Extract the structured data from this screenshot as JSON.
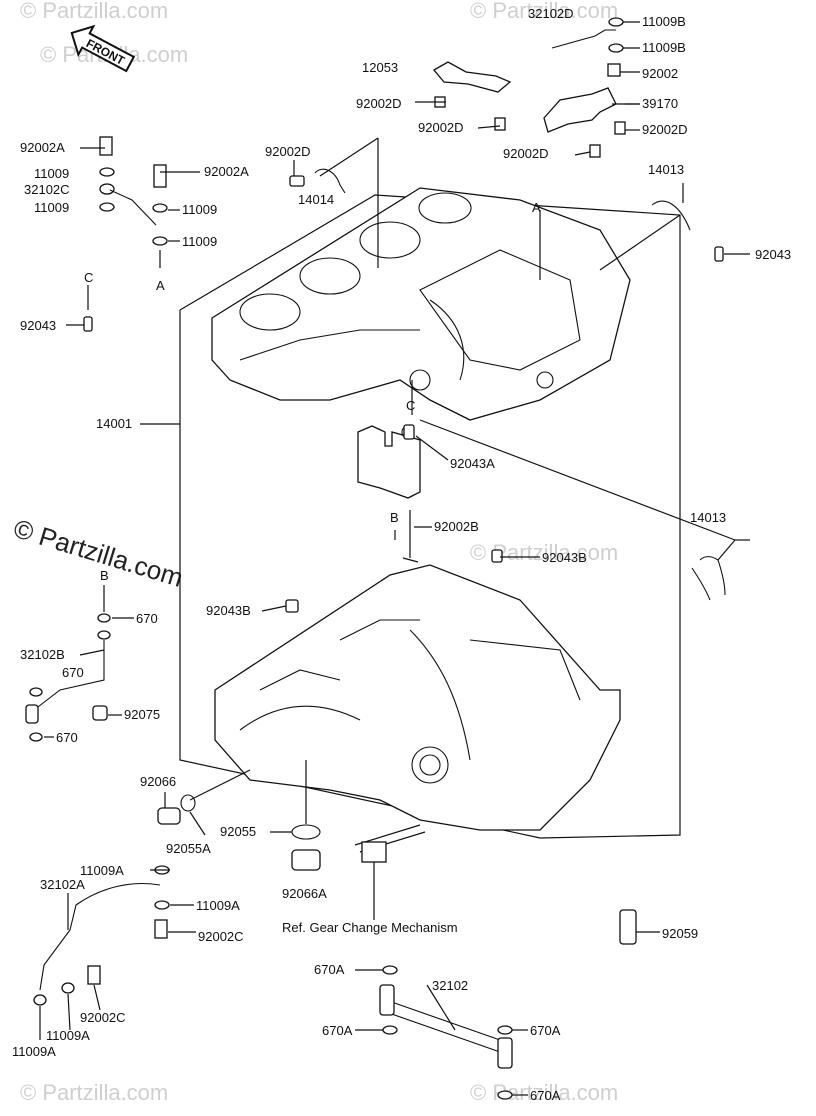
{
  "watermark": {
    "brand": "© Partzilla.com"
  },
  "front_arrow": "FRONT",
  "reference_note": "Ref. Gear Change Mechanism",
  "callouts": {
    "p32102D": "32102D",
    "p11009B_1": "11009B",
    "p11009B_2": "11009B",
    "p12053": "12053",
    "p92002_top": "92002",
    "p92002D_1": "92002D",
    "p92002D_2": "92002D",
    "p39170": "39170",
    "p92002D_3": "92002D",
    "p92002D_4": "92002D",
    "p92002A_1": "92002A",
    "p92002D_5": "92002D",
    "p14013_top": "14013",
    "p11009_1": "11009",
    "p92002A_2": "92002A",
    "p32102C": "32102C",
    "p11009_2": "11009",
    "p11009_3": "11009",
    "p14014": "14014",
    "p11009_4": "11009",
    "p92043_right": "92043",
    "p92043_left": "92043",
    "p14001": "14001",
    "p92043A": "92043A",
    "p14013_right": "14013",
    "p92002B": "92002B",
    "p92043B_1": "92043B",
    "p92043B_2": "92043B",
    "p670_1": "670",
    "p32102B": "32102B",
    "p670_2": "670",
    "p92075": "92075",
    "p670_3": "670",
    "p92066": "92066",
    "p92055A": "92055A",
    "p92055": "92055",
    "p92066A": "92066A",
    "p11009A_1": "11009A",
    "p32102A": "32102A",
    "p11009A_2": "11009A",
    "p92002C_1": "92002C",
    "p92059": "92059",
    "p670A_1": "670A",
    "p32102": "32102",
    "p670A_2": "670A",
    "p670A_3": "670A",
    "p92002C_2": "92002C",
    "p11009A_3": "11009A",
    "p670A_4": "670A",
    "p11009A_4": "11009A"
  },
  "refs": {
    "A_top": "A",
    "A_left": "A",
    "C_left": "C",
    "C_center": "C",
    "B_left": "B",
    "B_center": "B"
  }
}
